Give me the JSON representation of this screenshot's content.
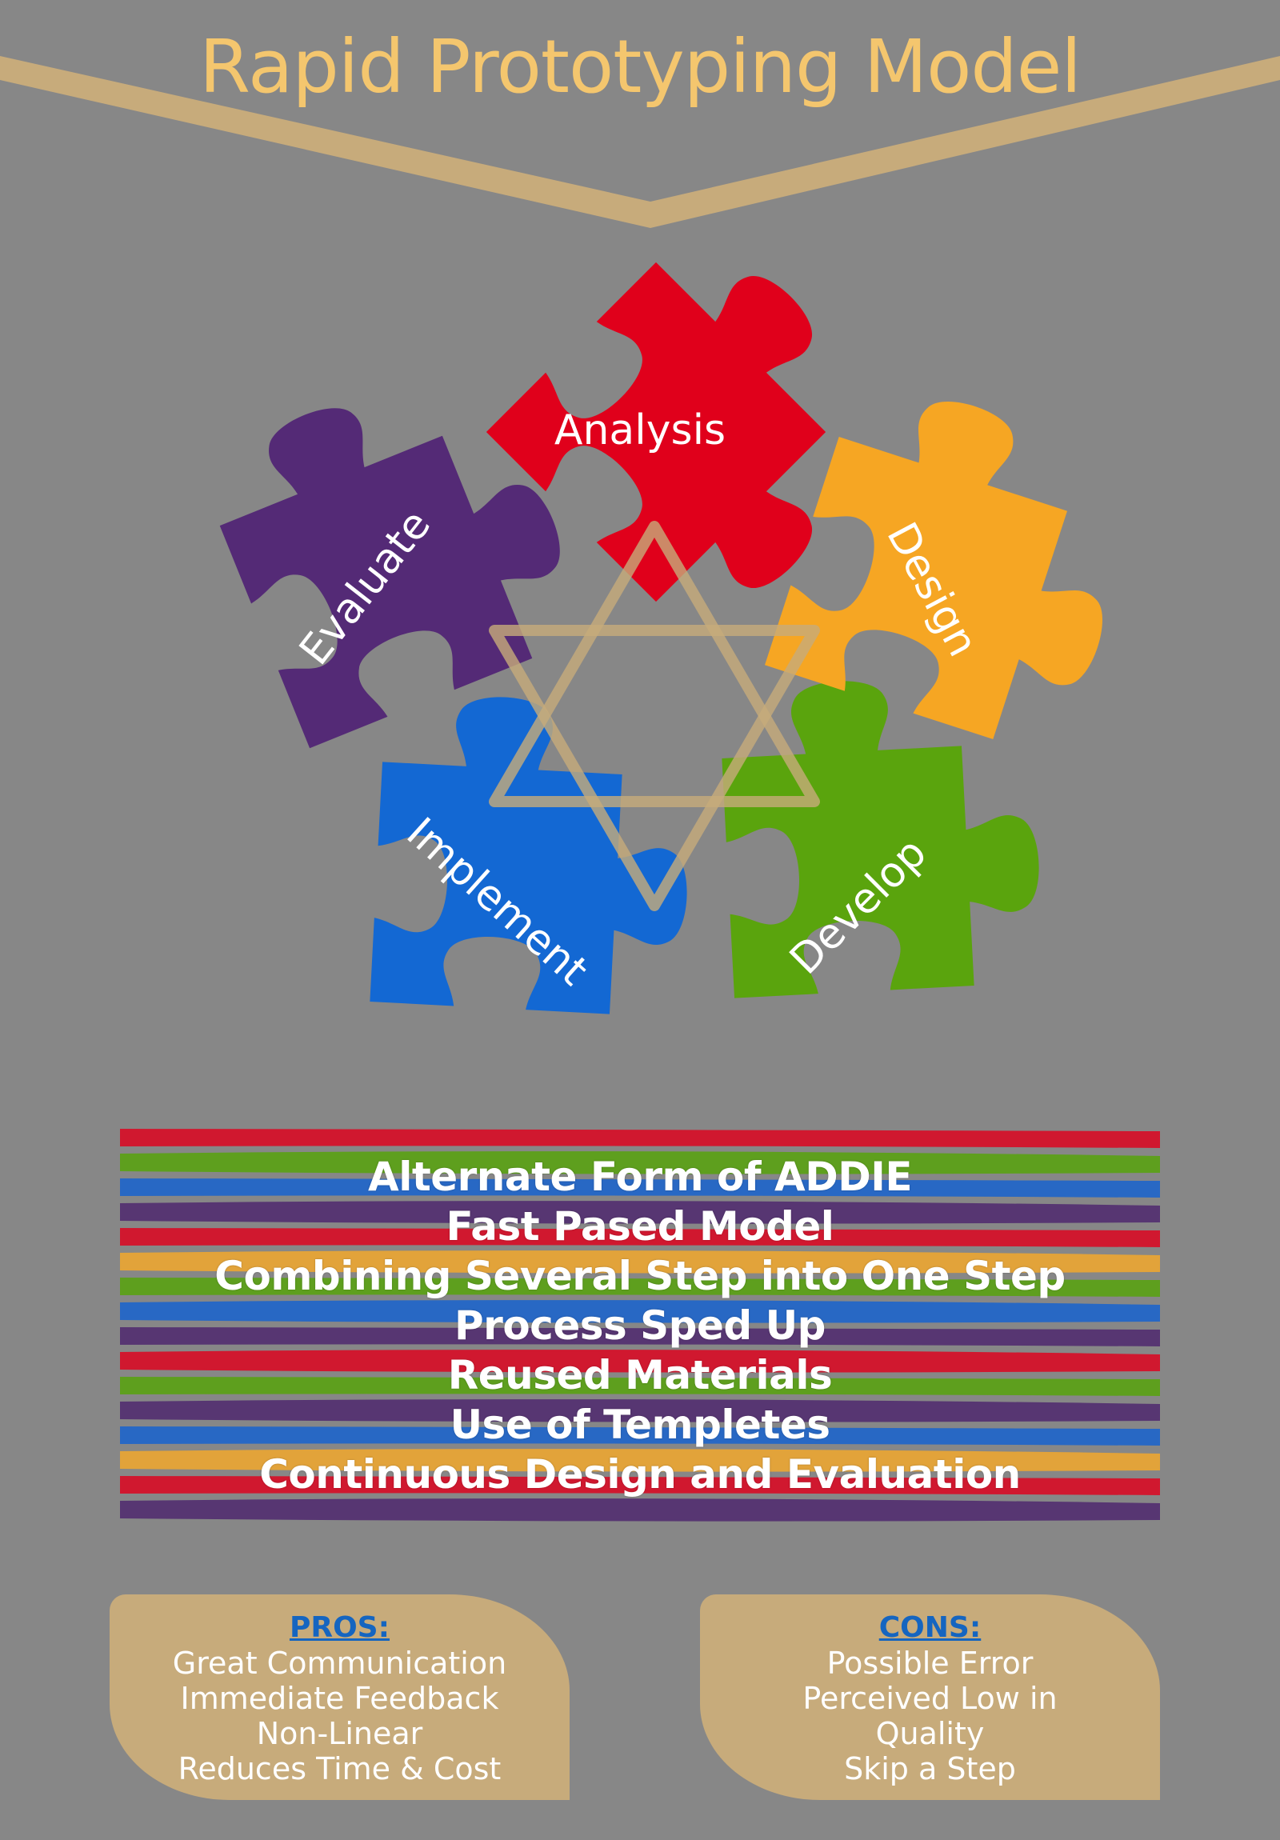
{
  "title": "Rapid Prototyping Model",
  "colors": {
    "background": "#878787",
    "accent": "#c7ab7b",
    "title": "#f4c66e",
    "analysis": "#e0001b",
    "design": "#f6a623",
    "develop": "#5aa40d",
    "implement": "#1368d3",
    "evaluate": "#542a76",
    "heading": "#1565c0"
  },
  "pieces": [
    {
      "id": "analysis",
      "label": "Analysis",
      "color": "#e0001b"
    },
    {
      "id": "design",
      "label": "Design",
      "color": "#f6a623"
    },
    {
      "id": "develop",
      "label": "Develop",
      "color": "#5aa40d"
    },
    {
      "id": "implement",
      "label": "Implement",
      "color": "#1368d3"
    },
    {
      "id": "evaluate",
      "label": "Evaluate",
      "color": "#542a76"
    }
  ],
  "features": [
    "Alternate Form of ADDIE",
    "Fast Pased Model",
    "Combining Several Step into One Step",
    "Process Sped Up",
    "Reused Materials",
    "Use of Templetes",
    "Continuous Design and Evaluation"
  ],
  "stripe_colors": [
    "#d0182f",
    "#5e9f1e",
    "#2868c4",
    "#573672",
    "#d0182f",
    "#e2a33a",
    "#5e9f1e",
    "#2868c4",
    "#573672",
    "#d0182f",
    "#5e9f1e",
    "#573672",
    "#2868c4",
    "#e2a33a",
    "#d0182f",
    "#573672"
  ],
  "pros": {
    "heading": "PROS:",
    "items": [
      "Great Communication",
      "Immediate Feedback",
      "Non-Linear",
      "Reduces Time & Cost"
    ]
  },
  "cons": {
    "heading": "CONS:",
    "items": [
      "Possible Error",
      "Perceived Low in",
      "Quality",
      "Skip a Step"
    ]
  }
}
